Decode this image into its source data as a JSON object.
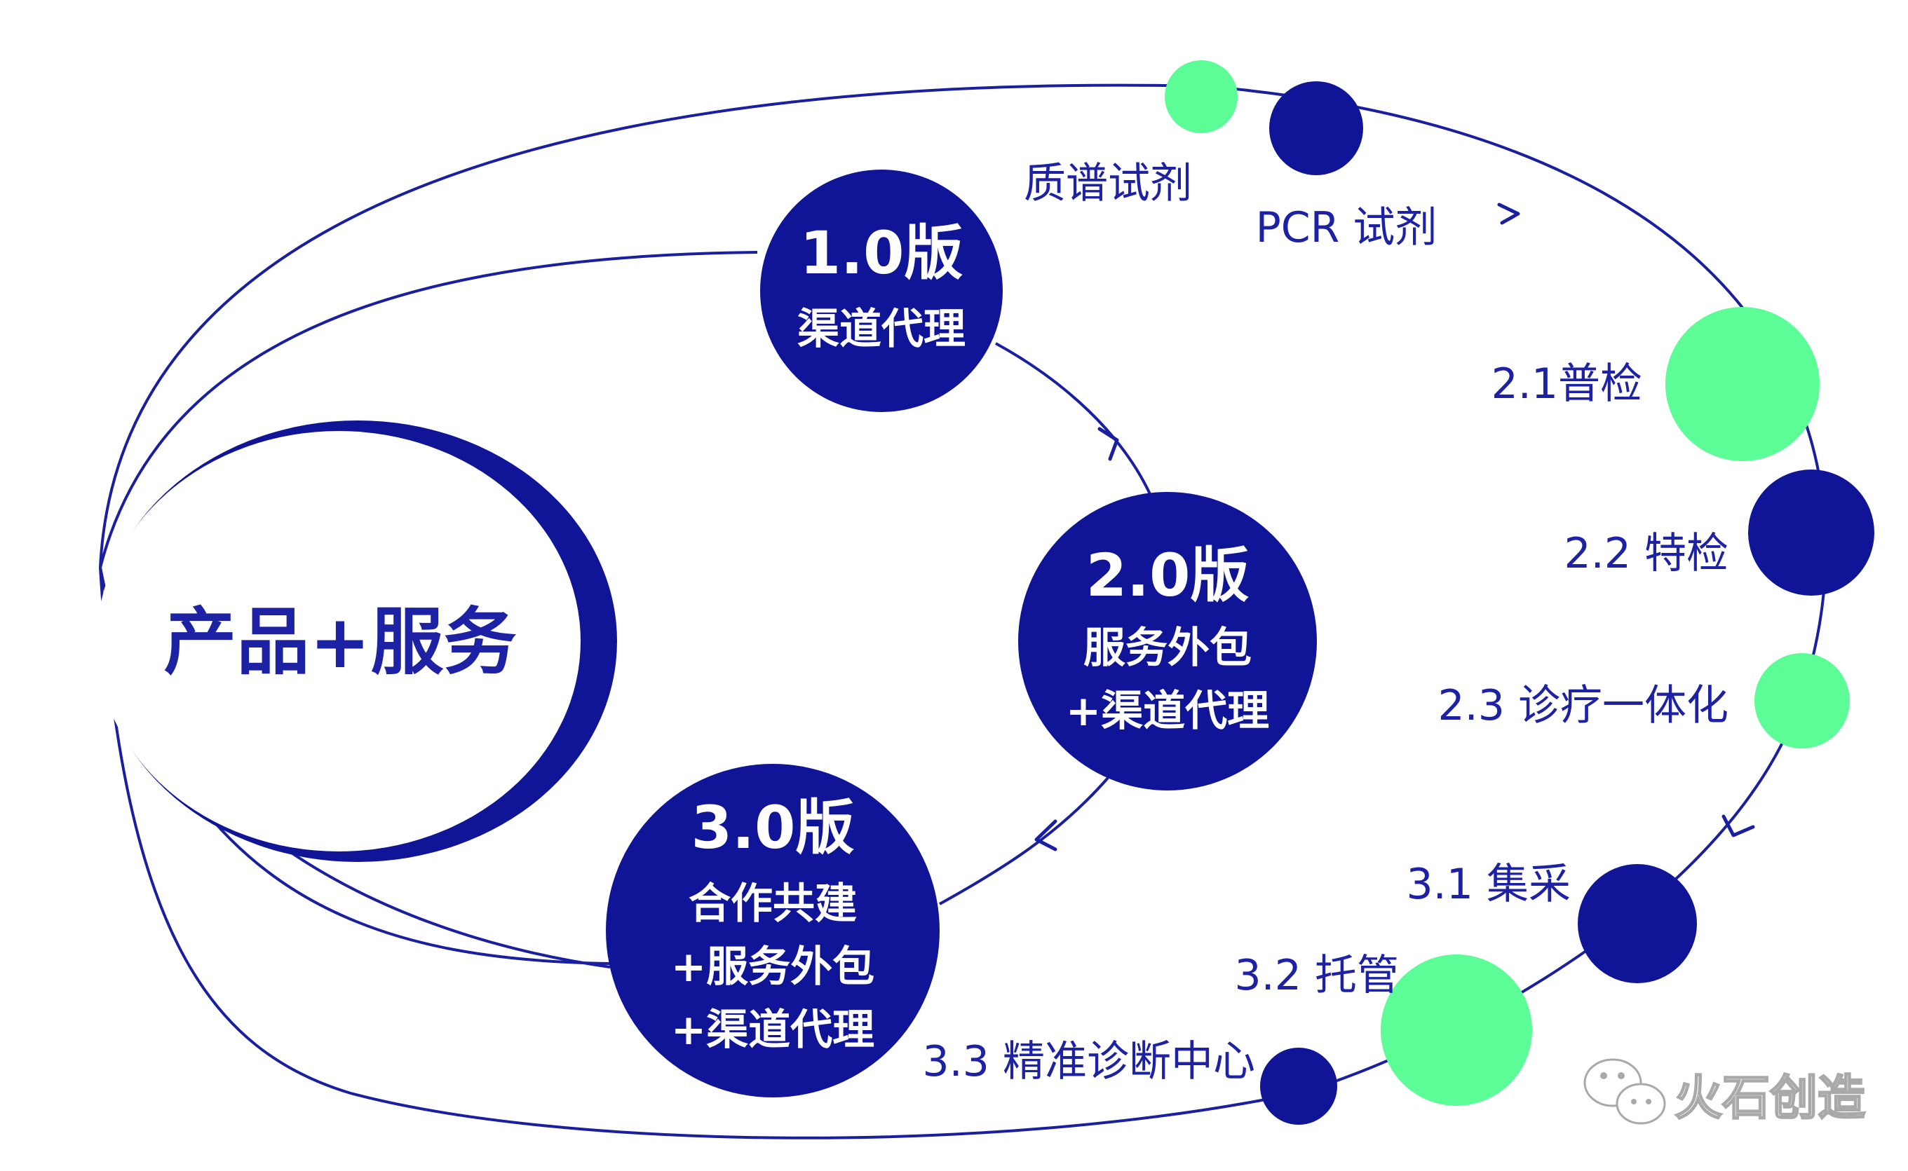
{
  "colors": {
    "navy": "#0f1596",
    "line": "#1a1fa0",
    "green": "#5cfc96",
    "text": "#1d21a3"
  },
  "center": {
    "label": "产品+服务"
  },
  "versions": [
    {
      "title": "1.0版",
      "lines": [
        "渠道代理"
      ]
    },
    {
      "title": "2.0版",
      "lines": [
        "服务外包",
        "+渠道代理"
      ]
    },
    {
      "title": "3.0版",
      "lines": [
        "合作共建",
        "+服务外包",
        "+渠道代理"
      ]
    }
  ],
  "nodes": [
    {
      "label": "质谱试剂",
      "color": "green"
    },
    {
      "label": "PCR 试剂",
      "color": "navy"
    },
    {
      "label": "2.1普检",
      "color": "green"
    },
    {
      "label": "2.2 特检",
      "color": "navy"
    },
    {
      "label": "2.3 诊疗一体化",
      "color": "green"
    },
    {
      "label": "3.1 集采",
      "color": "navy"
    },
    {
      "label": "3.2 托管",
      "color": "green"
    },
    {
      "label": "3.3 精准诊断中心",
      "color": "navy"
    }
  ],
  "watermark": {
    "icon": "wechat-icon",
    "text": "火石创造"
  }
}
